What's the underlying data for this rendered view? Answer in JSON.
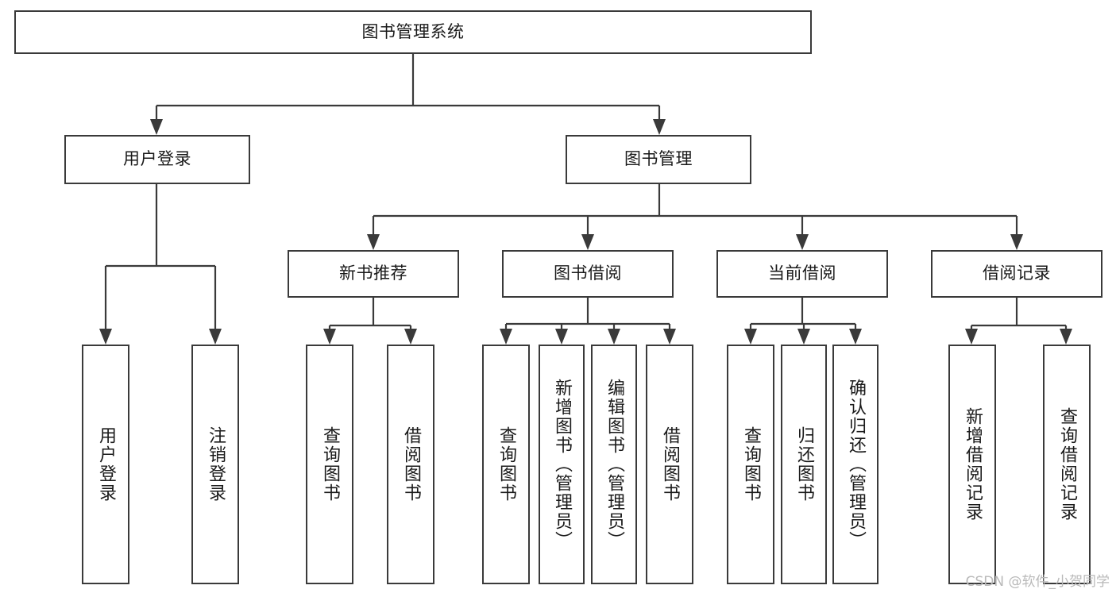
{
  "diagram": {
    "title": "图书管理系统",
    "type": "hierarchy-tree",
    "orientation": "top-down",
    "watermark": "CSDN @软件_小贺同学",
    "colors": {
      "stroke": "#3a3a3a",
      "fill": "#ffffff",
      "text": "#1a1a1a",
      "watermark": "#b9b9b9"
    },
    "levels": 4
  },
  "nodes": {
    "root": {
      "label": "图书管理系统",
      "level": 1
    },
    "level2": [
      {
        "id": "user-login",
        "label": "用户登录",
        "level": 2
      },
      {
        "id": "book-manage",
        "label": "图书管理",
        "level": 2
      }
    ],
    "level3": [
      {
        "id": "new-book-recommend",
        "label": "新书推荐",
        "level": 3,
        "parent": "book-manage"
      },
      {
        "id": "book-borrow",
        "label": "图书借阅",
        "level": 3,
        "parent": "book-manage"
      },
      {
        "id": "current-borrow",
        "label": "当前借阅",
        "level": 3,
        "parent": "book-manage"
      },
      {
        "id": "borrow-record",
        "label": "借阅记录",
        "level": 3,
        "parent": "book-manage"
      }
    ],
    "leaves": [
      {
        "id": "leaf-user-login",
        "label": "用户登录",
        "parent": "user-login"
      },
      {
        "id": "leaf-user-logout",
        "label": "注销登录",
        "parent": "user-login"
      },
      {
        "id": "leaf-query-book-1",
        "label": "查询图书",
        "parent": "new-book-recommend"
      },
      {
        "id": "leaf-borrow-book-1",
        "label": "借阅图书",
        "parent": "new-book-recommend"
      },
      {
        "id": "leaf-query-book-2",
        "label": "查询图书",
        "parent": "book-borrow"
      },
      {
        "id": "leaf-add-book",
        "label": "新增图书（管理员）",
        "parent": "book-borrow"
      },
      {
        "id": "leaf-edit-book",
        "label": "编辑图书（管理员）",
        "parent": "book-borrow"
      },
      {
        "id": "leaf-borrow-book-2",
        "label": "借阅图书",
        "parent": "book-borrow"
      },
      {
        "id": "leaf-query-book-3",
        "label": "查询图书",
        "parent": "current-borrow"
      },
      {
        "id": "leaf-return-book",
        "label": "归还图书",
        "parent": "current-borrow"
      },
      {
        "id": "leaf-confirm-return",
        "label": "确认归还（管理员）",
        "parent": "current-borrow"
      },
      {
        "id": "leaf-add-record",
        "label": "新增借阅记录",
        "parent": "borrow-record"
      },
      {
        "id": "leaf-query-record",
        "label": "查询借阅记录",
        "parent": "borrow-record"
      }
    ]
  }
}
